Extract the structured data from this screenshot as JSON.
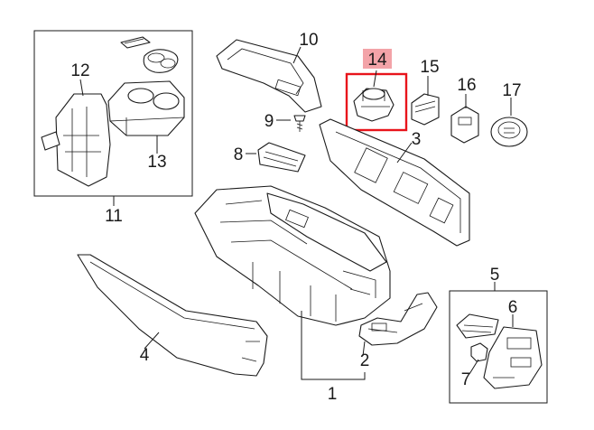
{
  "diagram": {
    "callouts": [
      {
        "id": "c1",
        "label": "1"
      },
      {
        "id": "c2",
        "label": "2"
      },
      {
        "id": "c3",
        "label": "3"
      },
      {
        "id": "c4",
        "label": "4"
      },
      {
        "id": "c5",
        "label": "5"
      },
      {
        "id": "c6",
        "label": "6"
      },
      {
        "id": "c7",
        "label": "7"
      },
      {
        "id": "c8",
        "label": "8"
      },
      {
        "id": "c9",
        "label": "9"
      },
      {
        "id": "c10",
        "label": "10"
      },
      {
        "id": "c11",
        "label": "11"
      },
      {
        "id": "c12",
        "label": "12"
      },
      {
        "id": "c13",
        "label": "13"
      },
      {
        "id": "c14",
        "label": "14"
      },
      {
        "id": "c15",
        "label": "15"
      },
      {
        "id": "c16",
        "label": "16"
      },
      {
        "id": "c17",
        "label": "17"
      }
    ],
    "highlight": {
      "callout": "14",
      "frame_color": "#e8141b",
      "label_bg_color": "#f3a3a8"
    },
    "line_color": "#1a1a1a"
  }
}
